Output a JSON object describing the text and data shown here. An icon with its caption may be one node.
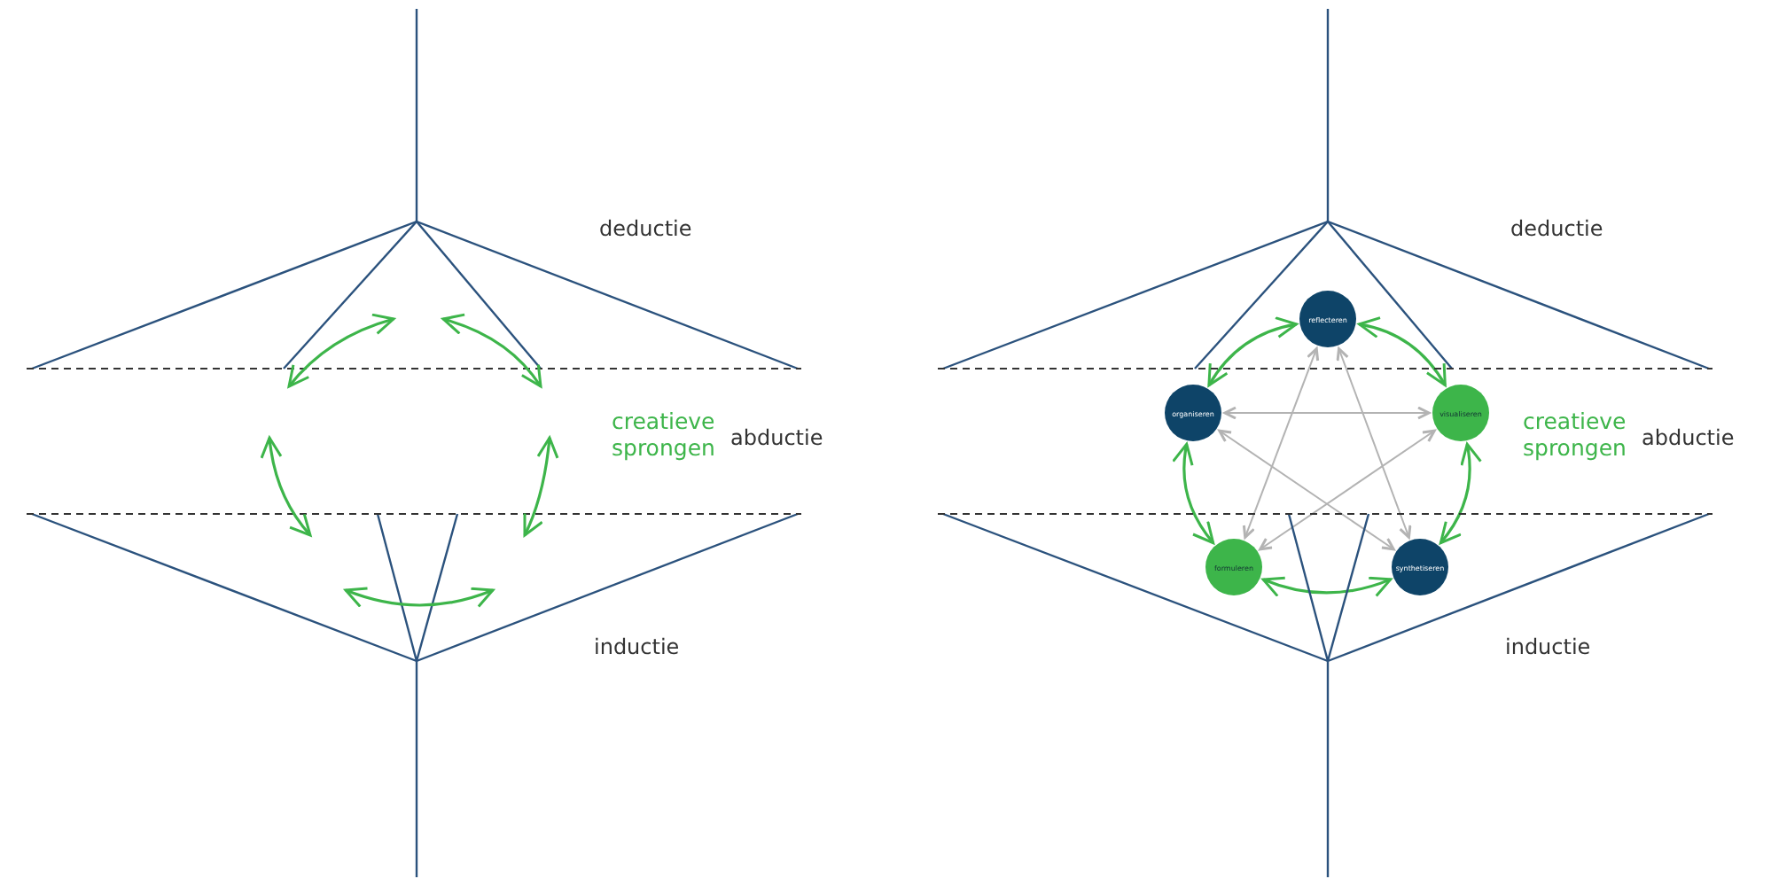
{
  "diagram": {
    "nodes": [
      {
        "text": [
          "reflecteren"
        ]
      },
      {
        "text": [
          "organiseren"
        ]
      },
      {
        "text": [
          "visualiseren"
        ]
      },
      {
        "text": [
          "formuleren"
        ]
      },
      {
        "text": [
          "synthetiseren"
        ]
      }
    ],
    "edges": [
      {
        "from": 0,
        "to": 2,
        "arrow": "both"
      },
      {
        "from": 2,
        "to": 4,
        "arrow": "both"
      },
      {
        "from": 4,
        "to": 3,
        "arrow": "both"
      },
      {
        "from": 3,
        "to": 1,
        "arrow": "both"
      },
      {
        "from": 1,
        "to": 0,
        "arrow": "both"
      },
      {
        "from": 0,
        "to": 3,
        "arrow": "both",
        "color": "#b3b3b3"
      },
      {
        "from": 0,
        "to": 4,
        "arrow": "both",
        "color": "#b3b3b3"
      },
      {
        "from": 1,
        "to": 2,
        "arrow": "both",
        "color": "#b3b3b3"
      },
      {
        "from": 1,
        "to": 4,
        "arrow": "both",
        "color": "#b3b3b3"
      },
      {
        "from": 2,
        "to": 3,
        "arrow": "both",
        "color": "#b3b3b3"
      }
    ],
    "labels": [
      "deductie",
      "creatieve sprongen",
      "abductie",
      "inductie",
      "deductie",
      "creatieve sprongen",
      "abductie",
      "inductie"
    ]
  }
}
